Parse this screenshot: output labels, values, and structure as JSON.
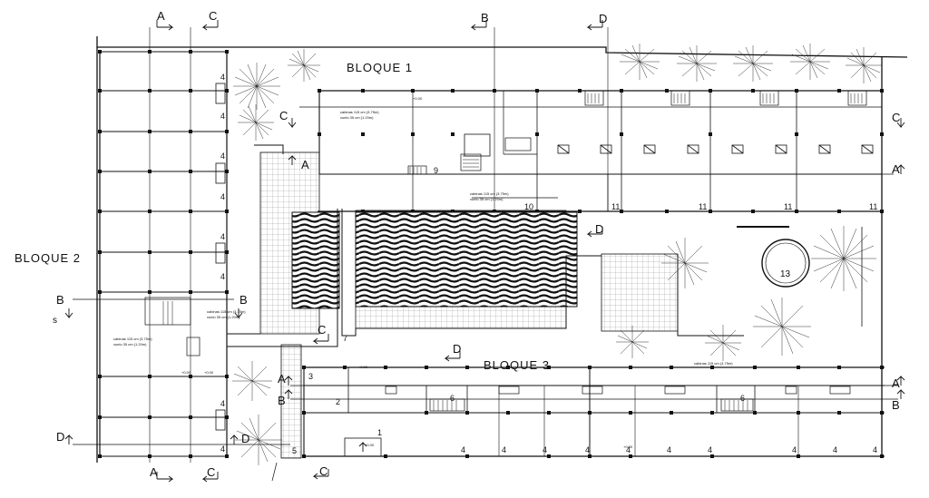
{
  "blocks": {
    "bloque1": "BLOQUE 1",
    "bloque2": "BLOQUE 2",
    "bloque3": "BLOQUE 3"
  },
  "section_marks": {
    "a": "A",
    "b": "B",
    "c": "C",
    "d": "D"
  },
  "room_numbers": {
    "n1": "1",
    "n2": "2",
    "n3": "3",
    "n4": "4",
    "n5": "5",
    "n6": "6",
    "n7": "7",
    "n9": "9",
    "n10": "10",
    "n11": "11",
    "n13": "13"
  },
  "partial_label": "s",
  "fine_print": {
    "note_a": "cabinas 115 cm (3.75m)",
    "note_b": "vuelo 35 cm (1.20m)",
    "level": "+0.00"
  },
  "colors": {
    "ink": "#111111",
    "paper": "#ffffff",
    "hatch": "#444444"
  }
}
